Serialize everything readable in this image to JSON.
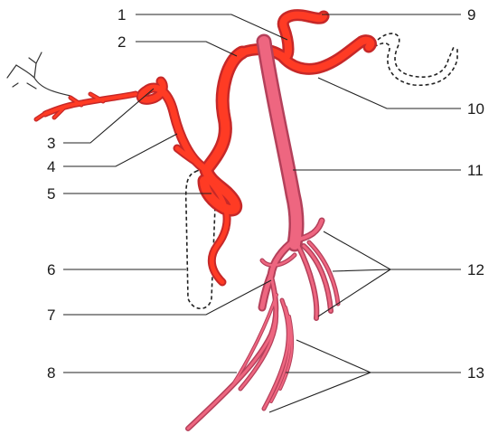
{
  "labels": {
    "l1": "1",
    "l2": "2",
    "l3": "3",
    "l4": "4",
    "l5": "5",
    "l6": "6",
    "l7": "7",
    "l8": "8",
    "l9": "9",
    "l10": "10",
    "l11": "11",
    "l12": "12",
    "l13": "13"
  },
  "colors": {
    "artery": "#ff3b24",
    "artery_outline": "#c62828",
    "vein": "#ee6680",
    "vein_outline": "#b4405a",
    "leader_line": "#222222"
  }
}
